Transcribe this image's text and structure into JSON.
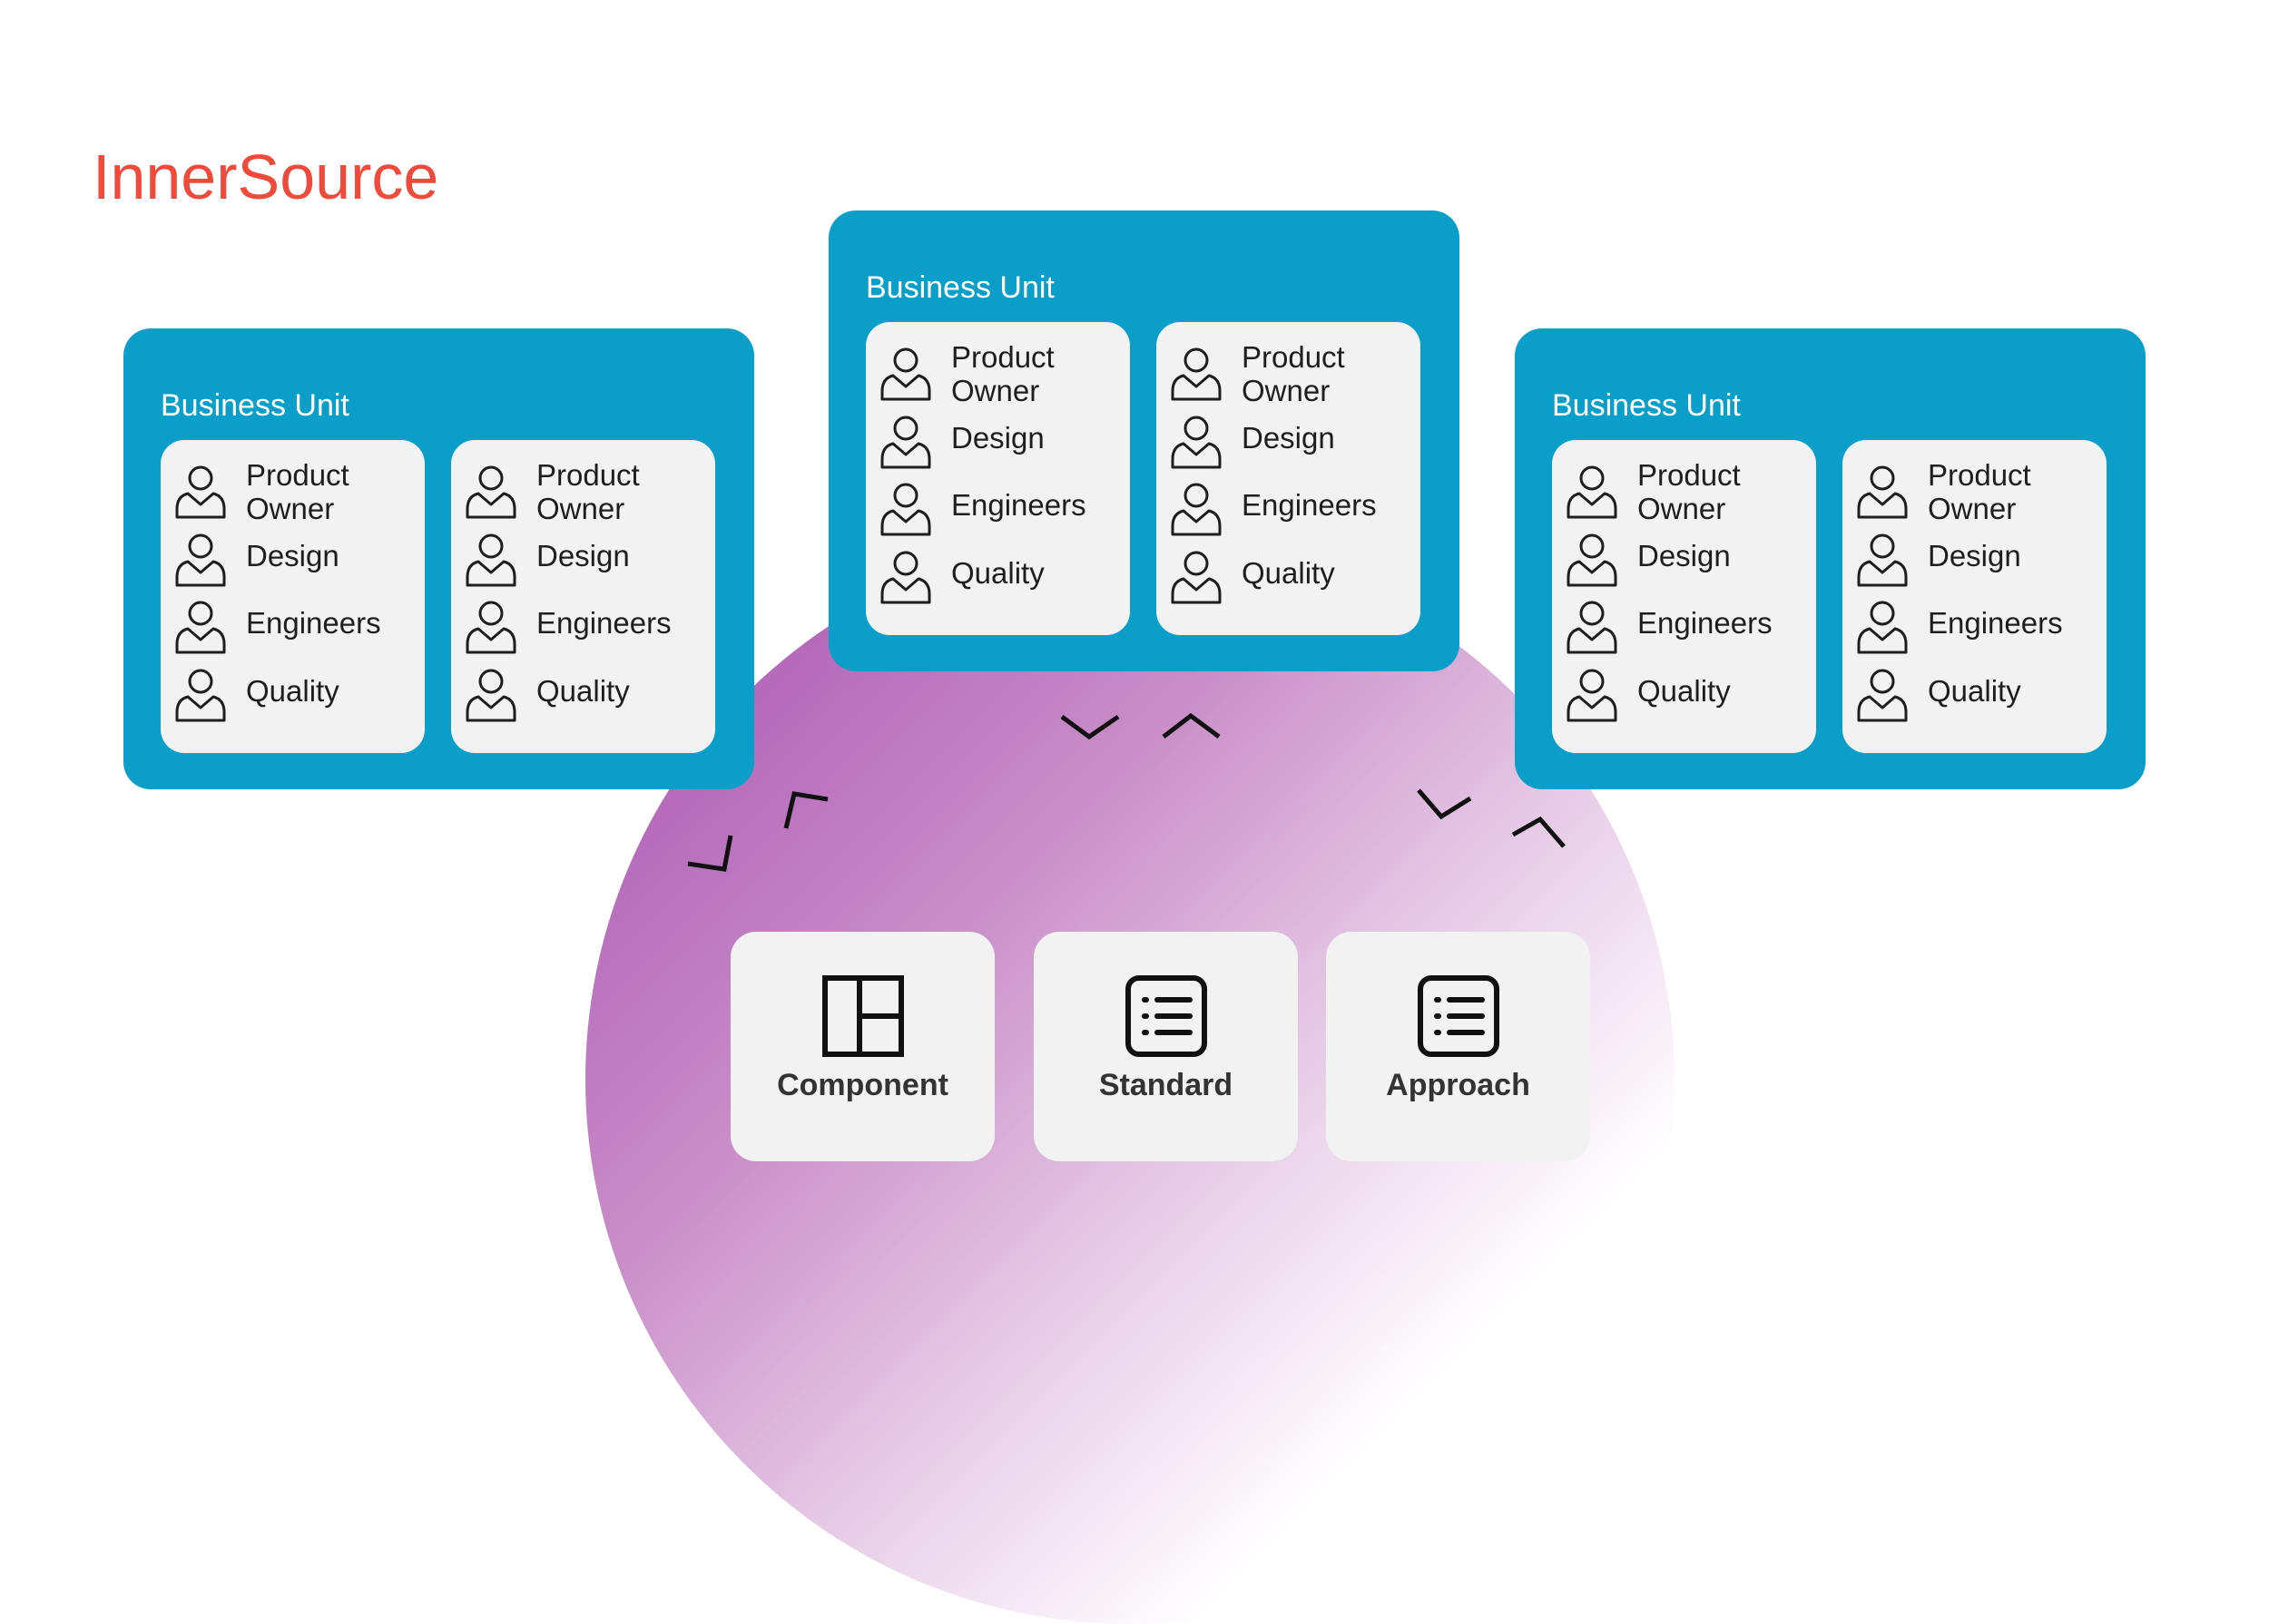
{
  "title": "InnerSource",
  "colors": {
    "title": "#ef4a3a",
    "business_unit_bg": "#0b9ec9",
    "card_bg": "#f2f2f2",
    "blob": "#a64eb0",
    "text": "#1e1e1e"
  },
  "business_units": [
    {
      "label": "Business Unit",
      "teams": [
        {
          "roles": [
            {
              "label": "Product Owner",
              "icon": "person-icon"
            },
            {
              "label": "Design",
              "icon": "person-icon"
            },
            {
              "label": "Engineers",
              "icon": "person-icon"
            },
            {
              "label": "Quality",
              "icon": "person-icon"
            }
          ]
        },
        {
          "roles": [
            {
              "label": "Product Owner",
              "icon": "person-icon"
            },
            {
              "label": "Design",
              "icon": "person-icon"
            },
            {
              "label": "Engineers",
              "icon": "person-icon"
            },
            {
              "label": "Quality",
              "icon": "person-icon"
            }
          ]
        }
      ]
    },
    {
      "label": "Business Unit",
      "teams": [
        {
          "roles": [
            {
              "label": "Product Owner",
              "icon": "person-icon"
            },
            {
              "label": "Design",
              "icon": "person-icon"
            },
            {
              "label": "Engineers",
              "icon": "person-icon"
            },
            {
              "label": "Quality",
              "icon": "person-icon"
            }
          ]
        },
        {
          "roles": [
            {
              "label": "Product Owner",
              "icon": "person-icon"
            },
            {
              "label": "Design",
              "icon": "person-icon"
            },
            {
              "label": "Engineers",
              "icon": "person-icon"
            },
            {
              "label": "Quality",
              "icon": "person-icon"
            }
          ]
        }
      ]
    },
    {
      "label": "Business Unit",
      "teams": [
        {
          "roles": [
            {
              "label": "Product Owner",
              "icon": "person-icon"
            },
            {
              "label": "Design",
              "icon": "person-icon"
            },
            {
              "label": "Engineers",
              "icon": "person-icon"
            },
            {
              "label": "Quality",
              "icon": "person-icon"
            }
          ]
        },
        {
          "roles": [
            {
              "label": "Product Owner",
              "icon": "person-icon"
            },
            {
              "label": "Design",
              "icon": "person-icon"
            },
            {
              "label": "Engineers",
              "icon": "person-icon"
            },
            {
              "label": "Quality",
              "icon": "person-icon"
            }
          ]
        }
      ]
    }
  ],
  "assets": [
    {
      "label": "Component",
      "icon": "layout-icon"
    },
    {
      "label": "Standard",
      "icon": "list-icon"
    },
    {
      "label": "Approach",
      "icon": "list-icon"
    }
  ]
}
